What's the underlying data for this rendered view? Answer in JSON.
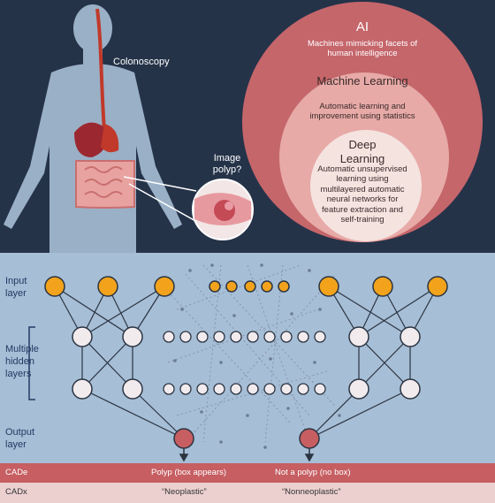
{
  "venn": {
    "ai": {
      "title": "AI",
      "description": "Machines mimicking facets of human intelligence"
    },
    "ml": {
      "title": "Machine Learning",
      "description": "Automatic learning and improvement using statistics"
    },
    "dl": {
      "title": "Deep Learning",
      "description": "Automatic unsupervised learning using multilayered automatic neural networks for feature extraction and self-training"
    }
  },
  "illustration": {
    "colonoscopy": "Colonoscopy",
    "image_polyp": "Image polyp?"
  },
  "network": {
    "input_label": "Input layer",
    "hidden_label": "Multiple hidden layers",
    "output_label": "Output layer"
  },
  "rows": {
    "cade": {
      "label": "CADe",
      "left": "Polyp (box appears)",
      "right": "Not a polyp (no box)"
    },
    "cadx": {
      "label": "CADx",
      "left": "“Neoplastic”",
      "right": "“Nonneoplastic”"
    }
  },
  "colors": {
    "background": "#253349",
    "panel": "#a6bed6",
    "ai_circle": "#c5666b",
    "ml_circle": "#e7aaa7",
    "dl_circle": "#f5e3e0",
    "input_node": "#f2a31b",
    "output_node": "#c65e62",
    "cade_row": "#c65e62",
    "cadx_row": "#ecd0d0"
  }
}
